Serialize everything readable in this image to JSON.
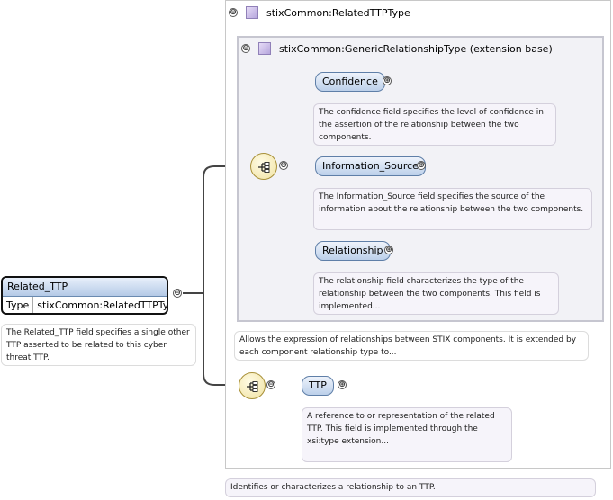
{
  "root": {
    "name": "Related_TTP",
    "type_label": "Type",
    "type_value": "stixCommon:RelatedTTPType",
    "doc": "The Related_TTP field specifies a single other TTP asserted to be related to this cyber threat TTP."
  },
  "outer": {
    "title": "stixCommon:RelatedTTPType",
    "doc": "Identifies or characterizes a relationship to an TTP."
  },
  "inner": {
    "title": "stixCommon:GenericRelationshipType (extension base)",
    "doc": "Allows the expression of relationships between STIX components. It is extended by each component relationship type to..."
  },
  "children": [
    {
      "name": "Confidence",
      "doc": "The confidence field specifies the level of confidence in the assertion of the relationship between the two components."
    },
    {
      "name": "Information_Source",
      "doc": "The Information_Source field specifies the source of the information about the relationship between the two components."
    },
    {
      "name": "Relationship",
      "doc": "The relationship field characterizes the type of the relationship between the two components. This field is implemented..."
    }
  ],
  "ttp": {
    "name": "TTP",
    "doc": "A reference to or representation of the related TTP. This field is implemented through the xsi:type extension..."
  },
  "glyphs": {
    "collapse": "⊖",
    "expand": "⊕"
  },
  "icons": [
    "collapse-icon",
    "expand-icon",
    "complex-type-icon",
    "sequence-compositor-icon"
  ],
  "colors": {
    "element_fill": "#bcd0ea",
    "element_border": "#5f7fa8",
    "sequence_fill": "#f0e2a2",
    "type_icon": "#b6a6dc"
  }
}
